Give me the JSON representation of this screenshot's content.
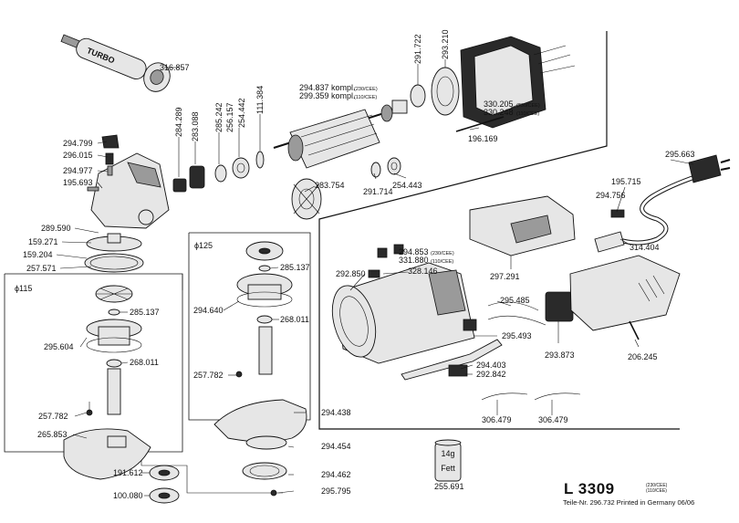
{
  "model": {
    "title": "L 3309",
    "variant_a": "(230/CEE)",
    "variant_b": "(110/CEE)"
  },
  "footer": {
    "text": "Teile-Nr. 296.732 Printed in Germany 06/06"
  },
  "section_labels": {
    "phi115": "ϕ115",
    "phi125": "ϕ125"
  },
  "grease": {
    "amount": "14g",
    "label": "Fett",
    "part": "255.691"
  },
  "variant_tags": {
    "v230": "(230/CEE)",
    "v110": "(110/CEE)"
  },
  "handle_brand": "TURBO",
  "parts": {
    "p316857": "316.857",
    "p294799": "294.799",
    "p296015": "296.015",
    "p294977": "294.977",
    "p195693": "195.693",
    "p289590": "289.590",
    "p159271": "159.271",
    "p159204": "159.204",
    "p257571": "257.571",
    "p284289": "284.289",
    "p283088": "283.088",
    "p285242": "285.242",
    "p256157": "256.157",
    "p254442": "254.442",
    "p111384": "111.384",
    "p294837": "294.837 kompl.",
    "p299359": "299.359 kompl.",
    "p291722": "291.722",
    "p293210": "293.210",
    "p330205": "330.205",
    "p330248": "330.248",
    "p196169": "196.169",
    "p283754": "283.754",
    "p291714": "291.714",
    "p254443": "254.443",
    "p295663": "295.663",
    "p195715": "195.715",
    "p294756": "294.756",
    "p314404": "314.404",
    "p294853": "294.853",
    "p331880": "331.880",
    "p328146": "328.146",
    "p297291": "297.291",
    "p292850": "292.850",
    "p295485": "295.485",
    "p295493": "295.493",
    "p293873": "293.873",
    "p206245": "206.245",
    "p294403": "294.403",
    "p292842": "292.842",
    "p306479a": "306.479",
    "p306479b": "306.479",
    "p285137a": "285.137",
    "p294640": "294.640",
    "p268011a": "268.011",
    "p257782a": "257.782",
    "p285137b": "285.137",
    "p295604": "295.604",
    "p268011b": "268.011",
    "p257782b": "257.782",
    "p294438": "294.438",
    "p294454": "294.454",
    "p294462": "294.462",
    "p295795": "295.795",
    "p265853": "265.853",
    "p191612": "191.612",
    "p100080": "100.080"
  }
}
